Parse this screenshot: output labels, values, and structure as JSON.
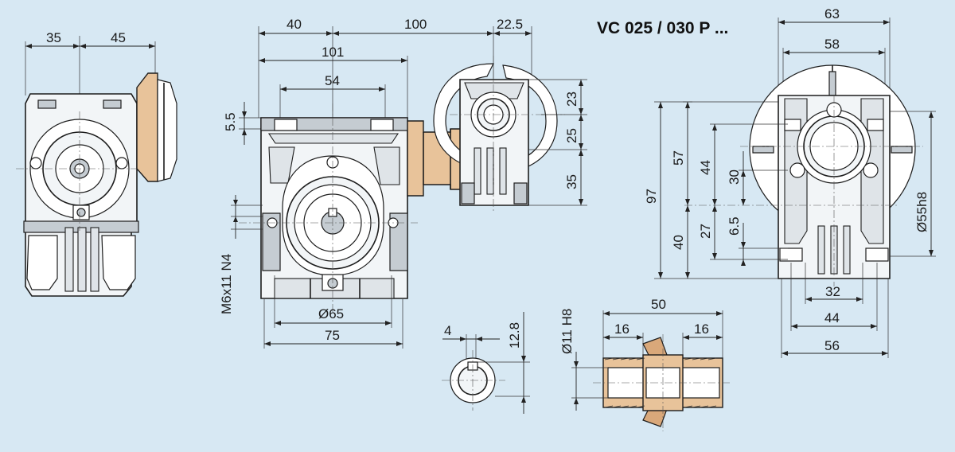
{
  "title": "VC 025 / 030 P ...",
  "dims": {
    "d35": "35",
    "d45": "45",
    "d40": "40",
    "d100": "100",
    "d22_5": "22.5",
    "d101": "101",
    "d54": "54",
    "d5_5": "5.5",
    "d23": "23",
    "d25": "25",
    "d35b": "35",
    "m6": "M6x11 N4",
    "d65": "Ø65",
    "d75": "75",
    "d4": "4",
    "d12_8": "12.8",
    "d11": "Ø11 H8",
    "d50": "50",
    "d16a": "16",
    "d16b": "16",
    "d63": "63",
    "d58": "58",
    "d97": "97",
    "d57": "57",
    "d44v": "44",
    "d30": "30",
    "d40v": "40",
    "d27": "27",
    "d6_5": "6.5",
    "d55": "Ø55h8",
    "d32": "32",
    "d44h": "44",
    "d56": "56"
  },
  "colors": {
    "background": "#d7e8f3",
    "bronze": "#e8c39a",
    "casting": "#f2f5f7"
  }
}
